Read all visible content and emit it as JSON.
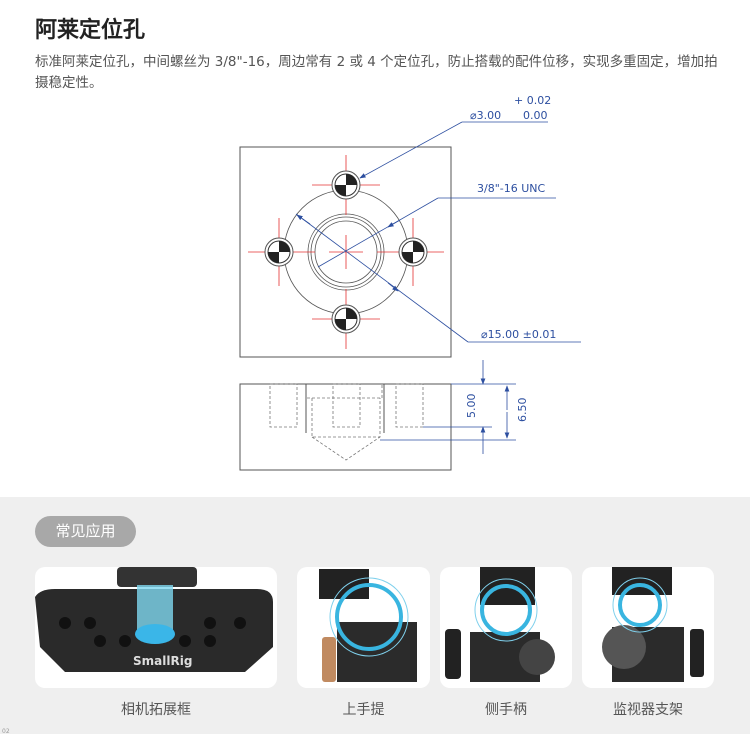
{
  "title": "阿莱定位孔",
  "description": "标准阿莱定位孔，中间螺丝为 3/8\"-16，周边常有 2 或 4 个定位孔，防止搭载的配件位移，实现多重固定，增加拍摄稳定性。",
  "drawing": {
    "pin_hole_diameter": "⌀3.00",
    "pin_tol_upper": "+ 0.02",
    "pin_tol_lower": "0.00",
    "thread": "3/8\"-16 UNC",
    "pattern_diameter": "⌀15.00  ±0.01",
    "depth_pin": "5.00",
    "depth_thread": "6.50"
  },
  "applications": {
    "heading": "常见应用",
    "items": [
      {
        "label": "相机拓展框",
        "brand": "SmallRig"
      },
      {
        "label": "上手提"
      },
      {
        "label": "侧手柄"
      },
      {
        "label": "监视器支架"
      }
    ]
  },
  "page_number": "02"
}
